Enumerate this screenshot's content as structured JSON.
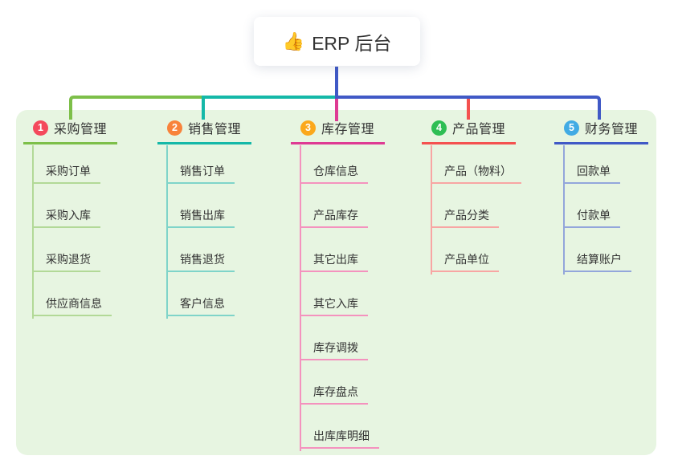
{
  "root": {
    "icon": "👍",
    "label": "ERP 后台"
  },
  "colors": {
    "panel_bg": "#e7f5e1",
    "bus_blue": "#4a5ec9",
    "text": "#333333"
  },
  "branches": [
    {
      "num": "1",
      "label": "采购管理",
      "badge_color": "#f4495c",
      "line_color": "#7dbf49",
      "child_line_color": "#b2d997",
      "children": [
        "采购订单",
        "采购入库",
        "采购退货",
        "供应商信息"
      ]
    },
    {
      "num": "2",
      "label": "销售管理",
      "badge_color": "#f8833b",
      "line_color": "#14b8a8",
      "child_line_color": "#7fd4c9",
      "children": [
        "销售订单",
        "销售出库",
        "销售退货",
        "客户信息"
      ]
    },
    {
      "num": "3",
      "label": "库存管理",
      "badge_color": "#fba81c",
      "line_color": "#de3a93",
      "child_line_color": "#f492be",
      "children": [
        "仓库信息",
        "产品库存",
        "其它出库",
        "其它入库",
        "库存调拨",
        "库存盘点",
        "出库库明细"
      ]
    },
    {
      "num": "4",
      "label": "产品管理",
      "badge_color": "#2ebe54",
      "line_color": "#f4514f",
      "child_line_color": "#f8a5a3",
      "children": [
        "产品（物料）",
        "产品分类",
        "产品单位"
      ]
    },
    {
      "num": "5",
      "label": "财务管理",
      "badge_color": "#41abe4",
      "line_color": "#4059c6",
      "child_line_color": "#93a6db",
      "children": [
        "回款单",
        "付款单",
        "结算账户"
      ]
    }
  ]
}
